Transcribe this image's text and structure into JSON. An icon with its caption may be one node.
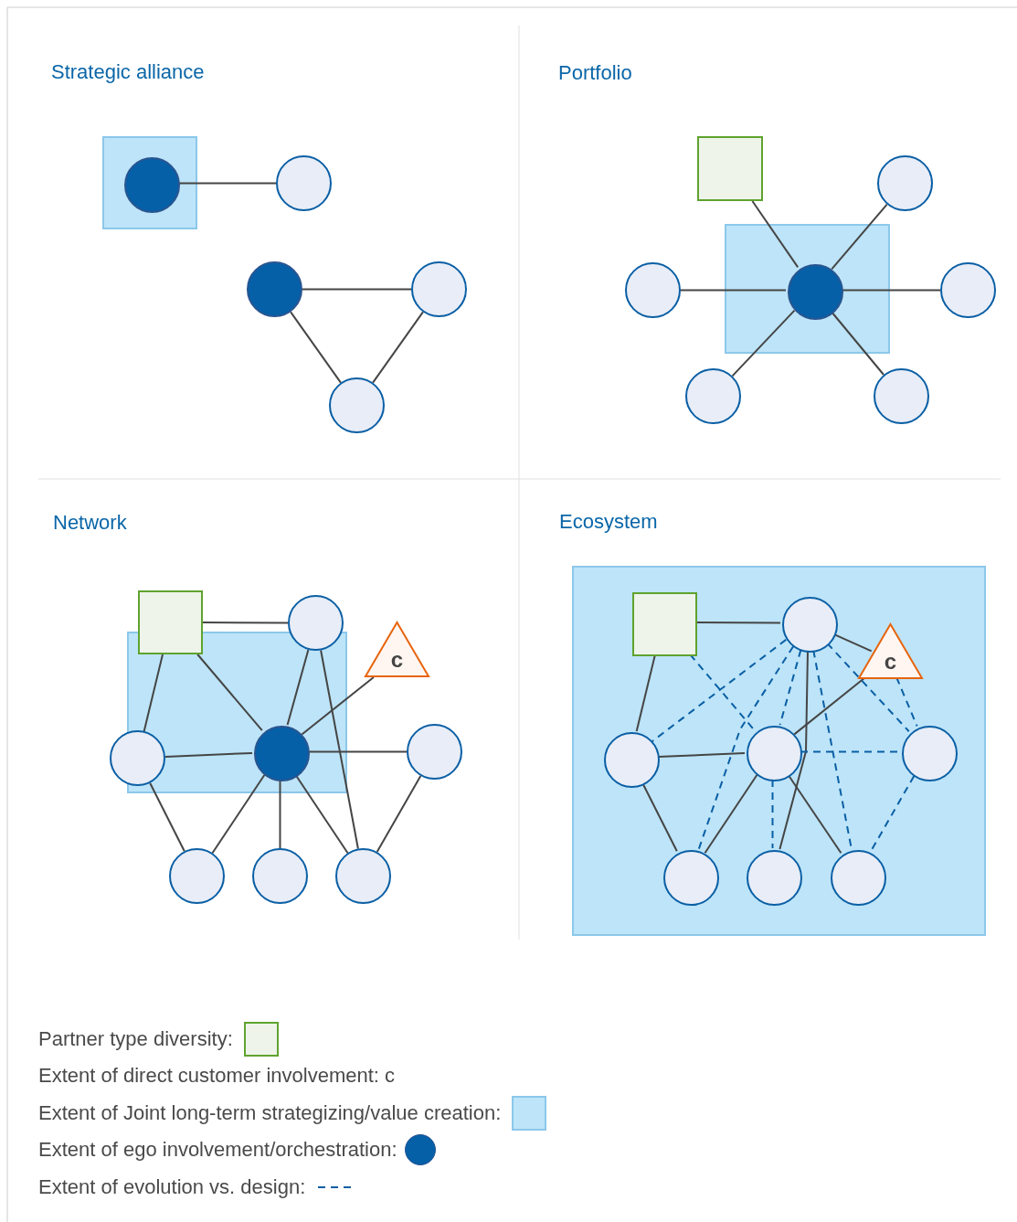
{
  "diagram": {
    "nodes": [
      {
        "text": [],
        "shape": "box"
      },
      {
        "text": [],
        "shape": "circle",
        "in": 0
      },
      {
        "text": [],
        "shape": "circle"
      },
      {
        "text": [],
        "shape": "circle"
      },
      {
        "text": [],
        "shape": "circle"
      },
      {
        "text": [],
        "shape": "circle"
      },
      {
        "text": [],
        "shape": "box"
      },
      {
        "text": [],
        "shape": "circle"
      },
      {
        "text": [],
        "shape": "box"
      },
      {
        "text": [],
        "shape": "circle"
      },
      {
        "text": [],
        "shape": "circle",
        "in": 8
      },
      {
        "text": [],
        "shape": "circle"
      },
      {
        "text": [],
        "shape": "circle"
      },
      {
        "text": [],
        "shape": "circle"
      },
      {
        "text": [],
        "shape": "box"
      },
      {
        "text": [],
        "shape": "circle"
      },
      {
        "text": [],
        "shape": "box"
      },
      {
        "text": [
          "c"
        ]
      },
      {
        "text": [],
        "shape": "circle"
      },
      {
        "text": [],
        "shape": "circle",
        "in": 16
      },
      {
        "text": [],
        "shape": "circle"
      },
      {
        "text": [],
        "shape": "circle"
      },
      {
        "text": [],
        "shape": "circle"
      },
      {
        "text": [],
        "shape": "circle"
      },
      {
        "text": [],
        "shape": "box"
      },
      {
        "text": [],
        "shape": "box",
        "in": 24
      },
      {
        "text": [],
        "shape": "circle",
        "in": 24
      },
      {
        "text": [
          "c"
        ],
        "in": 24
      },
      {
        "text": [],
        "shape": "circle",
        "in": 24
      },
      {
        "text": [],
        "shape": "circle",
        "in": 24
      },
      {
        "text": [],
        "shape": "circle",
        "in": 24
      },
      {
        "text": [],
        "shape": "circle",
        "in": 24
      },
      {
        "text": [],
        "shape": "circle",
        "in": 24
      },
      {
        "text": [],
        "shape": "circle",
        "in": 24
      }
    ],
    "edges": [
      {
        "from": 1,
        "to": 2,
        "arrow": "none"
      },
      {
        "from": 3,
        "to": 4,
        "arrow": "none"
      },
      {
        "from": 3,
        "to": 5,
        "arrow": "none"
      },
      {
        "from": 4,
        "to": 5,
        "arrow": "none"
      },
      {
        "from": 6,
        "to": 10,
        "arrow": "none"
      },
      {
        "from": 7,
        "to": 10,
        "arrow": "none"
      },
      {
        "from": 9,
        "to": 10,
        "arrow": "none"
      },
      {
        "from": 10,
        "to": 11,
        "arrow": "none"
      },
      {
        "from": 10,
        "to": 12,
        "arrow": "none"
      },
      {
        "from": 10,
        "to": 13,
        "arrow": "none"
      },
      {
        "from": 14,
        "to": 15,
        "arrow": "none"
      },
      {
        "from": 14,
        "to": 18,
        "arrow": "none"
      },
      {
        "from": 14,
        "to": 19,
        "arrow": "none"
      },
      {
        "from": 15,
        "to": 19,
        "arrow": "none"
      },
      {
        "from": 15,
        "to": 23,
        "arrow": "none"
      },
      {
        "from": 17,
        "to": 19,
        "arrow": "none"
      },
      {
        "from": 18,
        "to": 19,
        "arrow": "none"
      },
      {
        "from": 19,
        "to": 20,
        "arrow": "none"
      },
      {
        "from": 18,
        "to": 21,
        "arrow": "none"
      },
      {
        "from": 19,
        "to": 21,
        "arrow": "none"
      },
      {
        "from": 19,
        "to": 22,
        "arrow": "none"
      },
      {
        "from": 19,
        "to": 23,
        "arrow": "none"
      },
      {
        "from": 20,
        "to": 23,
        "arrow": "none"
      },
      {
        "from": 25,
        "to": 26,
        "arrow": "none"
      },
      {
        "from": 26,
        "to": 27,
        "arrow": "none"
      },
      {
        "from": 25,
        "to": 28,
        "arrow": "none"
      },
      {
        "from": 28,
        "to": 29,
        "arrow": "none"
      },
      {
        "from": 27,
        "to": 29,
        "arrow": "none"
      },
      {
        "from": 26,
        "to": 32,
        "arrow": "none"
      },
      {
        "from": 28,
        "to": 31,
        "arrow": "none"
      },
      {
        "from": 29,
        "to": 31,
        "arrow": "none"
      },
      {
        "from": 29,
        "to": 33,
        "arrow": "none"
      },
      {
        "from": 25,
        "to": 29,
        "arrow": "none",
        "style": "dashed",
        "color": "#0a5fa5"
      },
      {
        "from": 26,
        "to": 28,
        "arrow": "none",
        "style": "dashed",
        "color": "#0a5fa5"
      },
      {
        "from": 26,
        "to": 31,
        "arrow": "none",
        "style": "dashed",
        "color": "#0a5fa5"
      },
      {
        "from": 26,
        "to": 29,
        "arrow": "none",
        "style": "dashed",
        "color": "#0a5fa5"
      },
      {
        "from": 26,
        "to": 33,
        "arrow": "none",
        "style": "dashed",
        "color": "#0a5fa5"
      },
      {
        "from": 26,
        "to": 30,
        "arrow": "none",
        "style": "dashed",
        "color": "#0a5fa5"
      },
      {
        "from": 27,
        "to": 30,
        "arrow": "none",
        "style": "dashed",
        "color": "#0a5fa5"
      },
      {
        "from": 29,
        "to": 30,
        "arrow": "none",
        "style": "dashed",
        "color": "#0a5fa5"
      },
      {
        "from": 29,
        "to": 32,
        "arrow": "none",
        "style": "dashed",
        "color": "#0a5fa5"
      },
      {
        "from": 30,
        "to": 33,
        "arrow": "none",
        "style": "dashed",
        "color": "#0a5fa5"
      }
    ],
    "labels": [
      "Strategic alliance",
      "Portfolio",
      "Network",
      "Ecosystem"
    ],
    "legend": [
      {
        "text": "Partner type diversity:",
        "color": "#eef4ea"
      },
      {
        "text": "Extent of direct customer involvement: c"
      },
      {
        "text": "Extent of Joint long-term strategizing/value creation:",
        "color": "#bde4f8"
      },
      {
        "text": "Extent of ego involvement/orchestration:",
        "color": "#0560a8"
      },
      {
        "text": "Extent of evolution vs. design:"
      }
    ]
  }
}
